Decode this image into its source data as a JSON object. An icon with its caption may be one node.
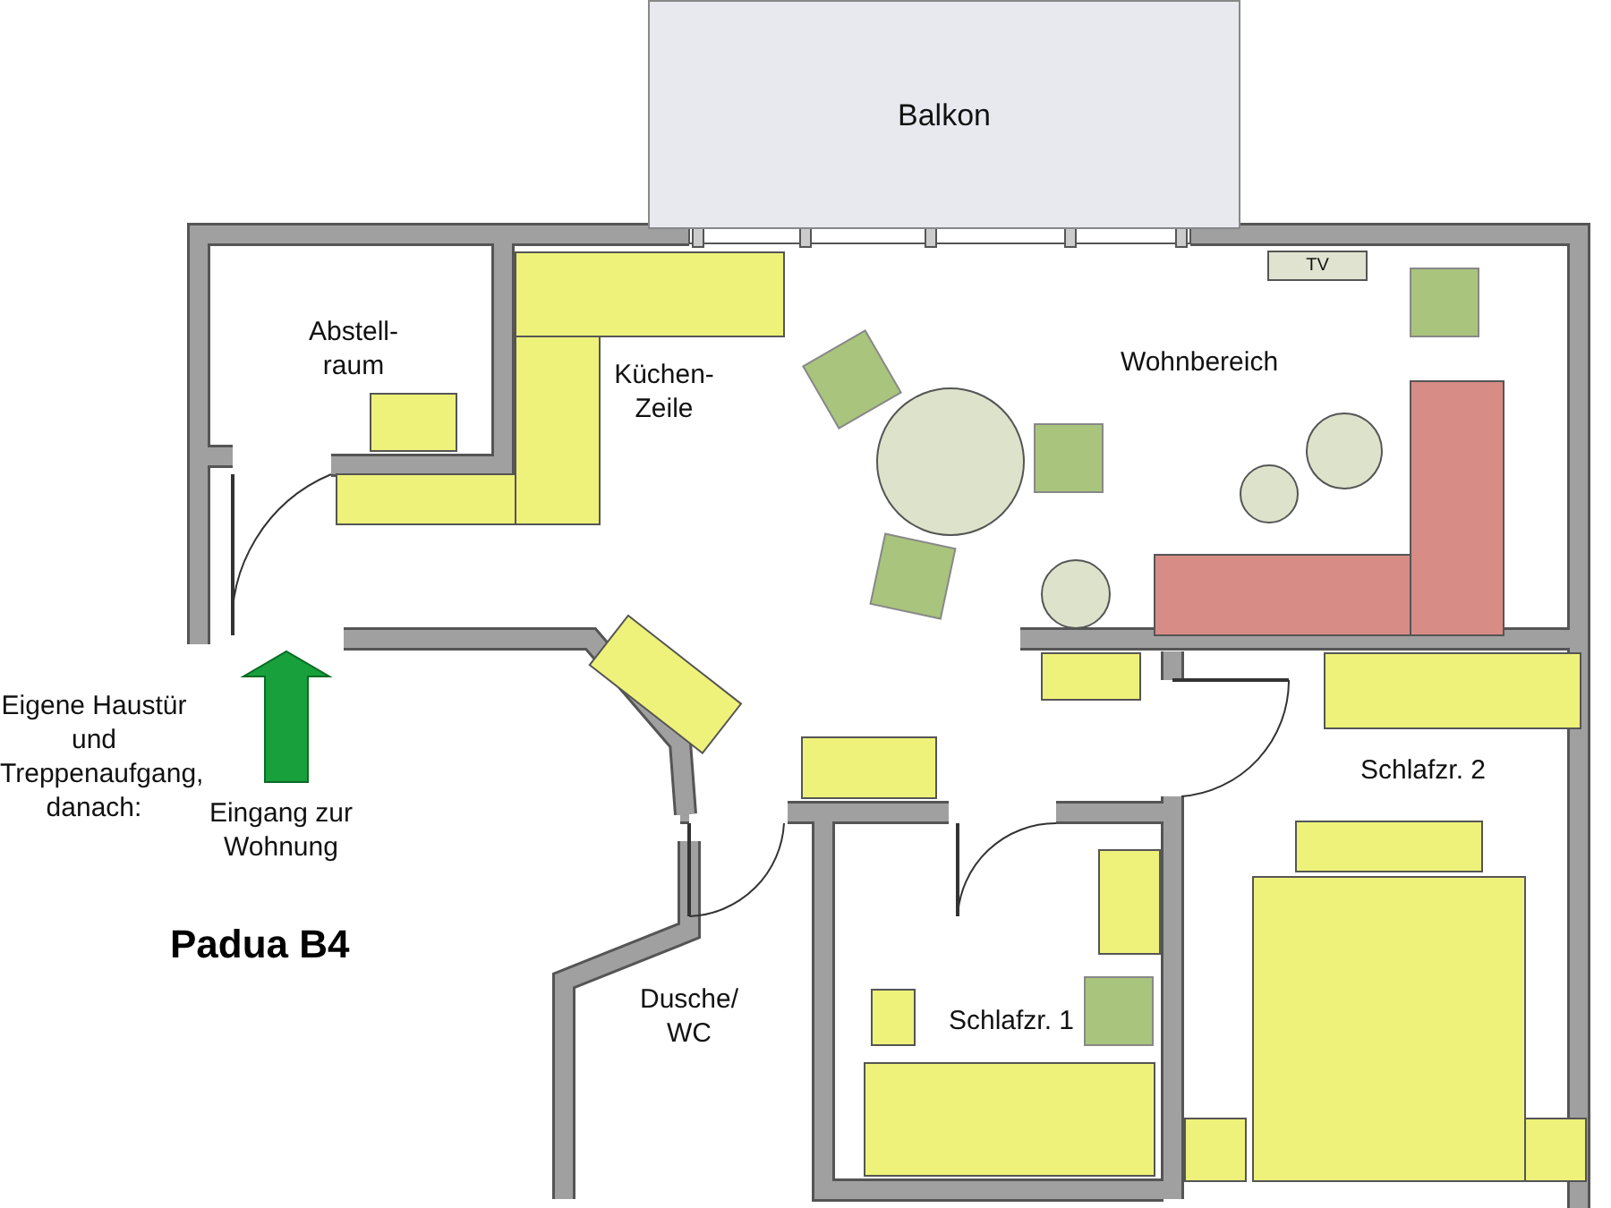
{
  "diagram": {
    "title": "Padua B4",
    "nodes": [
      {
        "text": [
          "Balkon"
        ]
      },
      {
        "text": [
          "Abstell-raum"
        ]
      },
      {
        "text": [
          "Wohnbereich"
        ]
      },
      {
        "text": [
          "TV"
        ]
      },
      {
        "text": [
          "Schlafzr. 2"
        ]
      },
      {
        "text": [
          "Dusche/ WC"
        ]
      },
      {
        "text": [
          "Schlafzr. 1"
        ]
      }
    ],
    "labels": [
      "Küchen-Zeile",
      "Eigene Haustür und Treppenaufgang, danach:",
      "Eingang zur Wohnung"
    ]
  }
}
